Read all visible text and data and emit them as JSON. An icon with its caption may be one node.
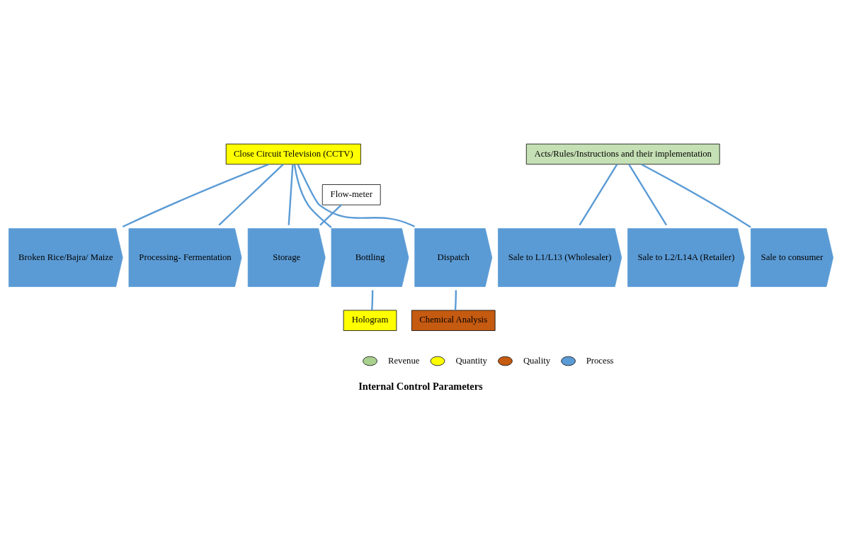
{
  "diagram": {
    "caption": "Internal Control Parameters",
    "nodes": [
      {
        "text": [
          "Close Circuit Television (CCTV)"
        ]
      },
      {
        "text": [
          "Acts/Rules/Instructions and their implementation"
        ]
      },
      {
        "text": [
          "Flow-meter"
        ]
      },
      {
        "text": [
          "Broken Rice/Bajra/ Maize"
        ]
      },
      {
        "text": [
          "Processing- Fermentation"
        ]
      },
      {
        "text": [
          "Storage"
        ]
      },
      {
        "text": [
          "Bottling"
        ]
      },
      {
        "text": [
          "Dispatch"
        ]
      },
      {
        "text": [
          "Sale to L1/L13 (Wholesaler)"
        ]
      },
      {
        "text": [
          "Sale to L2/L14A (Retailer)"
        ]
      },
      {
        "text": [
          "Sale to consumer"
        ]
      },
      {
        "text": [
          "Hologram"
        ]
      },
      {
        "text": [
          "Chemical Analysis"
        ]
      }
    ],
    "edges": [
      {
        "from": 0,
        "to": 3,
        "arrow": "none"
      },
      {
        "from": 0,
        "to": 4,
        "arrow": "none"
      },
      {
        "from": 0,
        "to": 5,
        "arrow": "none"
      },
      {
        "from": 0,
        "to": 6,
        "arrow": "none"
      },
      {
        "from": 0,
        "to": 7,
        "arrow": "none"
      },
      {
        "from": 1,
        "to": 8,
        "arrow": "none"
      },
      {
        "from": 1,
        "to": 9,
        "arrow": "none"
      },
      {
        "from": 1,
        "to": 10,
        "arrow": "none"
      },
      {
        "from": 2,
        "to": 5,
        "arrow": "none"
      },
      {
        "from": 11,
        "to": 6,
        "arrow": "none"
      },
      {
        "from": 12,
        "to": 7,
        "arrow": "none"
      }
    ],
    "legend": [
      {
        "text": "Revenue",
        "color": "#a9d18e"
      },
      {
        "text": "Quantity",
        "color": "#ffff00"
      },
      {
        "text": "Quality",
        "color": "#c55a11"
      },
      {
        "text": "Process",
        "color": "#5b9bd5"
      }
    ]
  }
}
